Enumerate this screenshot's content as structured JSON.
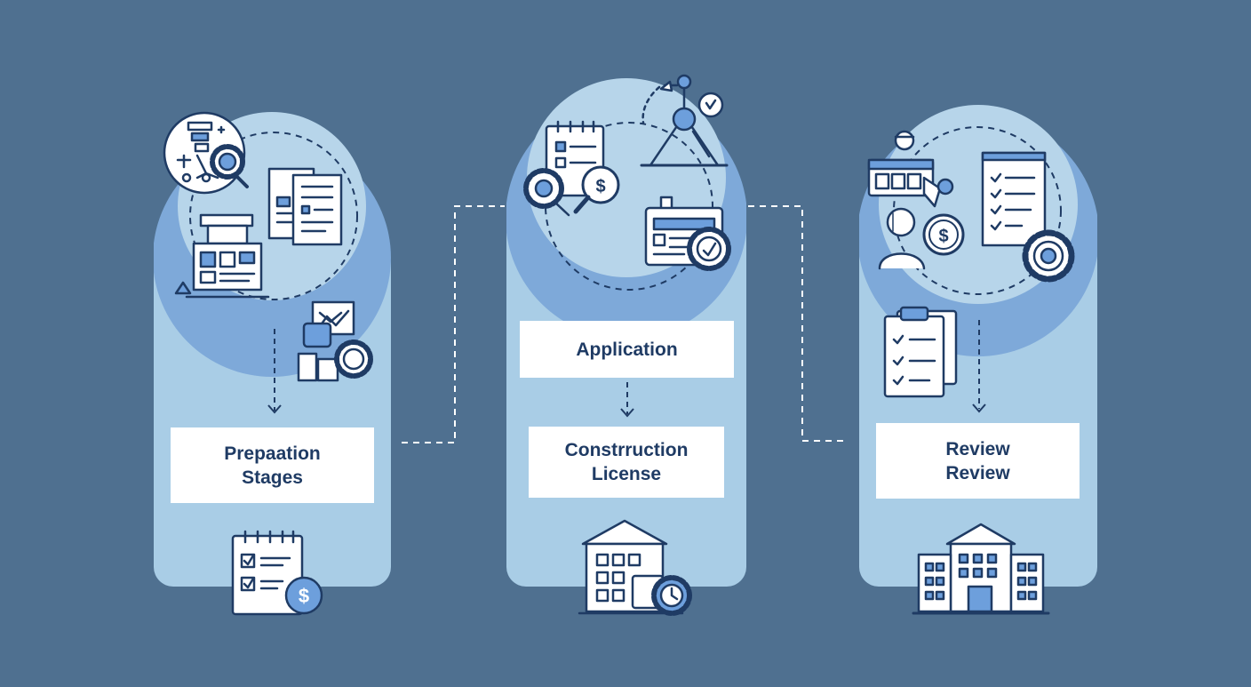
{
  "colors": {
    "background": "#4f7090",
    "panel": "#a9cde6",
    "panel_band": "#7ea9d9",
    "circle": "#b7d5ea",
    "icon_stroke": "#1f3b64",
    "icon_fill_light": "#ffffff",
    "icon_fill_accent": "#6d9fdc",
    "label_text": "#1f3b64"
  },
  "stages": [
    {
      "lines": [
        "Prepaation",
        "Stages"
      ]
    },
    {
      "lines": [
        "Application"
      ]
    },
    {
      "lines": [
        "Constrruction",
        "License"
      ]
    },
    {
      "lines": [
        "Review",
        "Review"
      ]
    }
  ],
  "icons": {
    "stage1": [
      "flowchart-gear-icon",
      "documents-icon",
      "building-plan-icon",
      "site-plan-gear-icon",
      "checklist-dollar-icon"
    ],
    "stage2": [
      "checklist-magnifier-dollar-icon",
      "crane-icon",
      "permit-card-gear-icon",
      "building-clock-icon"
    ],
    "stage3": [
      "plan-card-icon",
      "inspector-dollar-icon",
      "checklist-gear-icon",
      "clipboard-checklist-icon",
      "government-building-icon"
    ]
  }
}
